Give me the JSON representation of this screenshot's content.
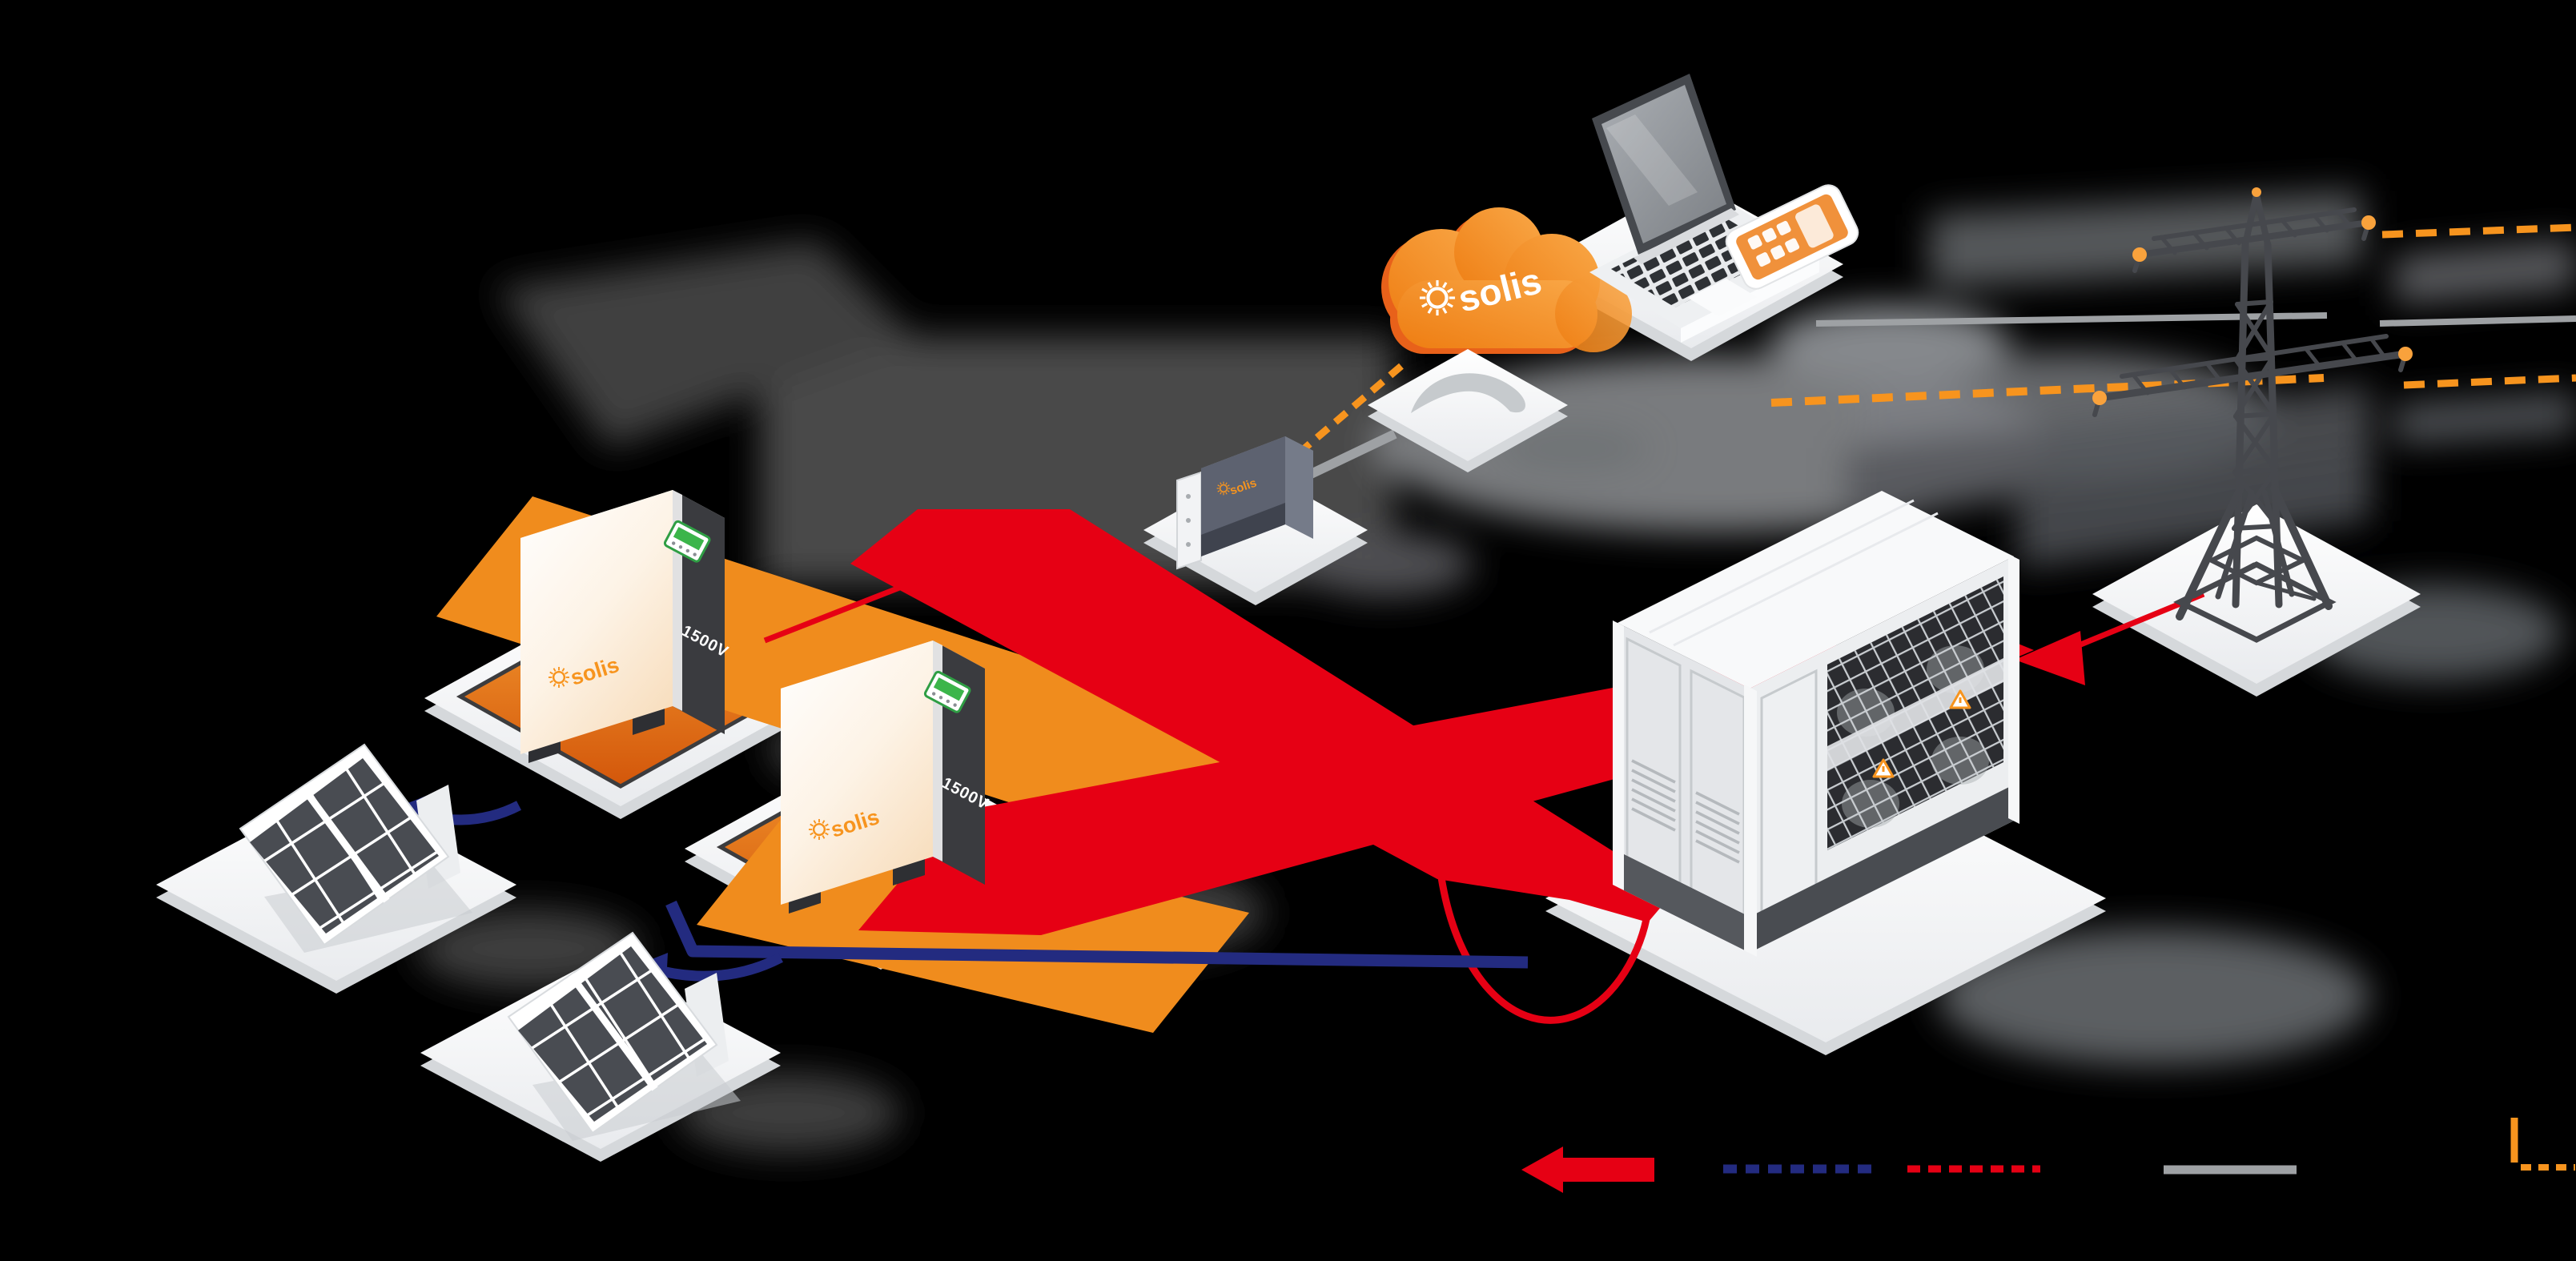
{
  "background": "#000000",
  "brand": {
    "orange": "#f7941e"
  },
  "nodes": {
    "cloud": {
      "label": "solis"
    },
    "inverter_1": {
      "brand": "solis",
      "model": "1500V"
    },
    "inverter_2": {
      "brand": "solis",
      "model": "1500V"
    },
    "datalogger": {
      "brand": "solis"
    }
  },
  "legend": {
    "items": [
      {
        "id": "bulk-energy-flow",
        "style": "thick-arrow",
        "color": "#e60014"
      },
      {
        "id": "dc-line",
        "style": "dashed",
        "color": "#232b80"
      },
      {
        "id": "ac-line",
        "style": "dashed",
        "color": "#e60014"
      },
      {
        "id": "comm-line",
        "style": "solid",
        "color": "#9ea1a4"
      },
      {
        "id": "wireless-line",
        "style": "corner-dashed",
        "color": "#f7941e"
      }
    ]
  }
}
